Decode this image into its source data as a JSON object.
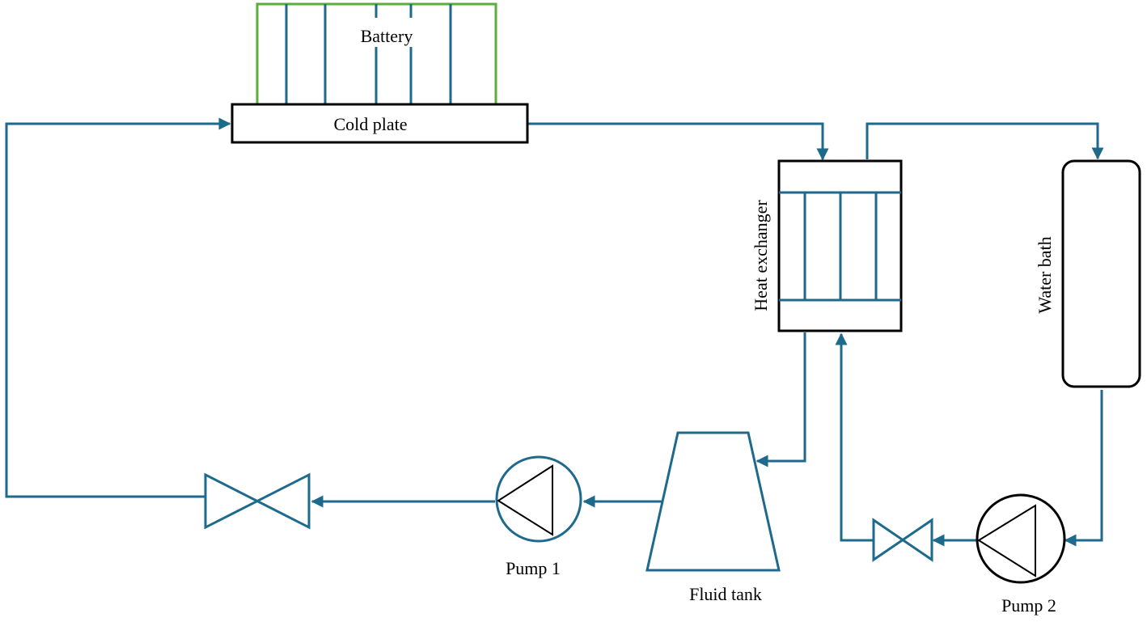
{
  "labels": {
    "battery": "Battery",
    "cold_plate": "Cold plate",
    "heat_exchanger": "Heat exchanger",
    "water_bath": "Water bath",
    "pump1": "Pump 1",
    "pump2": "Pump 2",
    "fluid_tank": "Fluid tank"
  },
  "colors": {
    "pipe": "#1e6a8c",
    "battery_outline": "#5aae3a",
    "outline": "#000000"
  }
}
